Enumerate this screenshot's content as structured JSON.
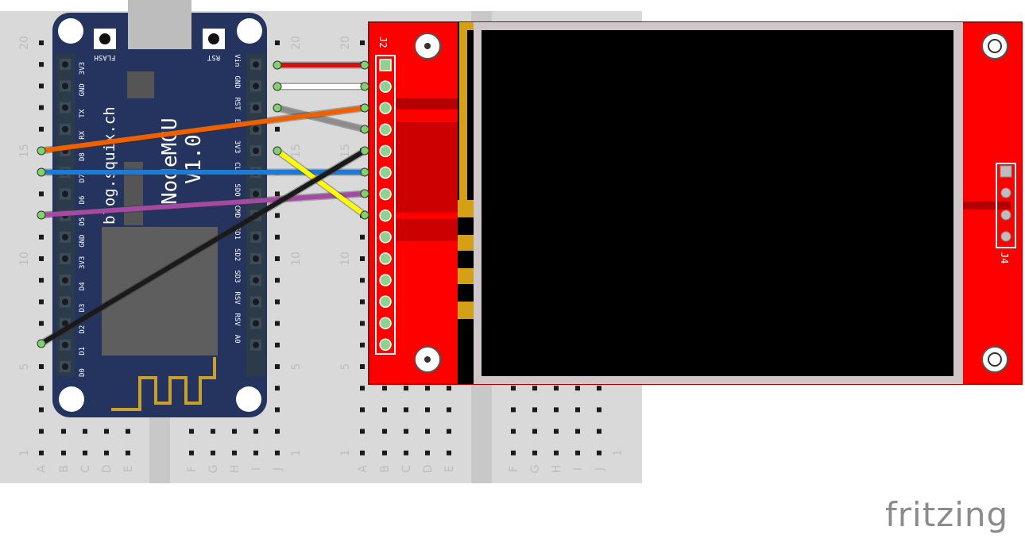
{
  "breadboard": {
    "row_labels": [
      "20",
      "15",
      "10",
      "5",
      "1"
    ],
    "col_labels_left": [
      "A",
      "B",
      "C",
      "D",
      "E"
    ],
    "col_labels_right": [
      "F",
      "G",
      "H",
      "I",
      "J"
    ]
  },
  "nodemcu": {
    "buttons": [
      "FLASH",
      "RST"
    ],
    "left_pins": [
      "3V3",
      "GND",
      "TX",
      "RX",
      "D8",
      "D7",
      "D6",
      "D5",
      "GND",
      "3V3",
      "D4",
      "D3",
      "D2",
      "D1",
      "D0"
    ],
    "right_pins": [
      "Vin",
      "GND",
      "RST",
      "EN",
      "3V3",
      "CLK",
      "SDO",
      "CMD",
      "SD1",
      "SD2",
      "SD3",
      "RSV",
      "RSV",
      "A0"
    ],
    "silk_url": "blog.squix.ch",
    "silk_name": "NodeMCU",
    "silk_version": "V1.0"
  },
  "display": {
    "header_left": "J2",
    "header_right": "J4"
  },
  "wires": [
    {
      "name": "red",
      "color": "#cc1414"
    },
    {
      "name": "white",
      "color": "#ffffff"
    },
    {
      "name": "gray",
      "color": "#8c8c8c"
    },
    {
      "name": "orange",
      "color": "#ef6100"
    },
    {
      "name": "blue",
      "color": "#1c7bd6"
    },
    {
      "name": "purple",
      "color": "#a44aa4"
    },
    {
      "name": "yellow",
      "color": "#ffff00"
    },
    {
      "name": "black",
      "color": "#1a1a1a"
    }
  ],
  "brand": "fritzing"
}
